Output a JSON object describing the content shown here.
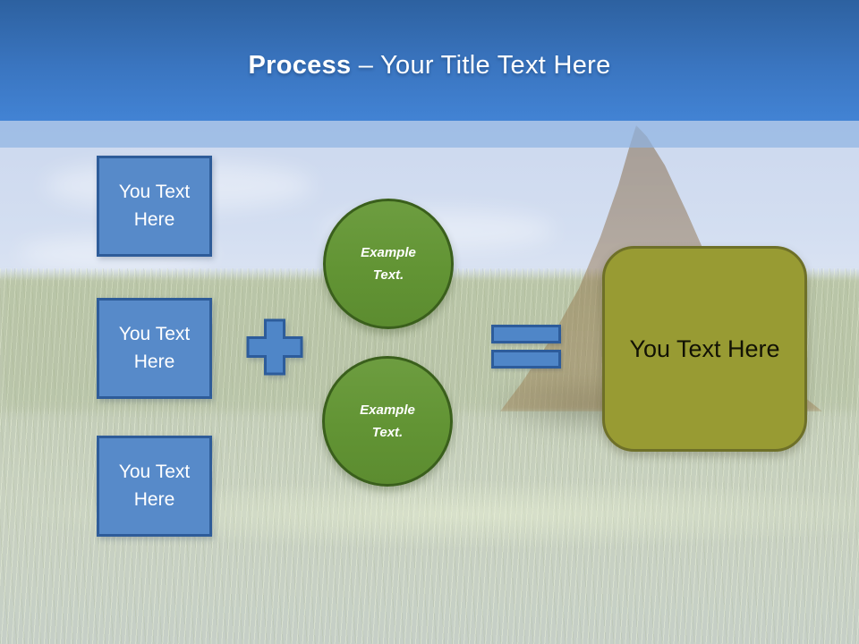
{
  "header": {
    "title_bold": "Process",
    "title_rest": " – Your Title Text Here"
  },
  "left_boxes": [
    {
      "label": "You Text Here"
    },
    {
      "label": "You Text Here"
    },
    {
      "label": "You Text Here"
    }
  ],
  "operators": {
    "plus_icon": "plus",
    "equals_icon": "equals"
  },
  "example_circles": [
    {
      "label": "Example Text."
    },
    {
      "label": "Example Text."
    }
  ],
  "result_box": {
    "label": "You Text Here"
  },
  "colors": {
    "header_top": "#2d61a0",
    "header_bottom": "#4283d4",
    "band_overlay": "#8fb3e3",
    "box_fill": "#578ac9",
    "box_border": "#2e5c99",
    "operator_fill": "#4f86c8",
    "operator_border": "#2d5c9b",
    "circle_fill": "#629434",
    "circle_border": "#3a5f1c",
    "result_fill": "#989b33",
    "result_border": "#6e7028",
    "title_color": "#ffffff",
    "sky": "#d3def1",
    "grass": "#c5cfbd"
  }
}
